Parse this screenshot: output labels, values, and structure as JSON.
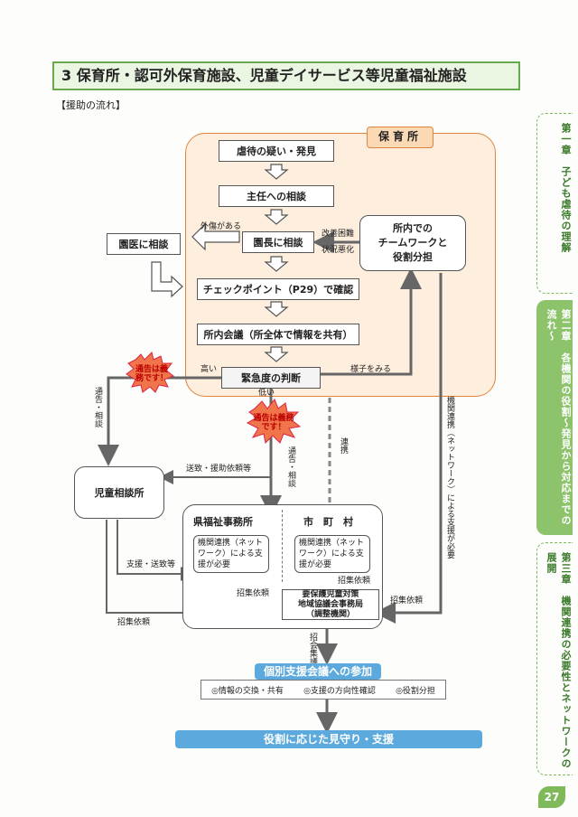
{
  "title": "3 保育所・認可外保育施設、児童デイサービス等児童福祉施設",
  "subtitle": "【援助の流れ】",
  "nursery_label": "保育所",
  "boxes": {
    "suspicion": "虐待の疑い・発見",
    "chief": "主任への相談",
    "director": "園長に相談",
    "checkpoint": "チェックポイント（P29）で確認",
    "meeting": "所内会議（所全体で情報を共有）",
    "urgency": "緊急度の判断",
    "doctor": "園医に相談",
    "teamwork_1": "所内での",
    "teamwork_2": "チームワークと",
    "teamwork_3": "役割分担",
    "child_center": "児童相談所",
    "pref_office": "県福祉事務所",
    "city": "市　町　村",
    "pref_note": "機関連携（ネットワーク）による支援が必要",
    "city_note": "機関連携（ネットワーク）による支援が必要",
    "secretariat_1": "要保護児童対策",
    "secretariat_2": "地域協議会事務局",
    "secretariat_3": "（調整機関）"
  },
  "labels": {
    "injury": "外傷がある",
    "improve_1": "改善困難",
    "improve_2": "状況悪化",
    "high": "高い",
    "low": "低い",
    "watch": "様子をみる",
    "notify_left": "通告・相談",
    "notify_mid": "通告・相談",
    "cooperate": "連携",
    "network_v": "機関連携（ネットワーク）による支援が必要",
    "send_request": "送致・援助依頼等",
    "support_send": "支援・送致等",
    "convene_1": "招集依頼",
    "convene_2": "招集依頼",
    "convene_3": "招集依頼",
    "convene_4": "招集依頼",
    "meeting_convene": "招会集議"
  },
  "bursts": {
    "left": "通告は義務です！",
    "mid": "通告は義務です！"
  },
  "bottom": {
    "participation": "個別支援会議への参加",
    "item1": "◎情報の交換・共有",
    "item2": "◎支援の方向性確認",
    "item3": "◎役割分担",
    "final": "役割に応じた見守り・支援"
  },
  "side_tabs": {
    "tab1": "第一章　子ども虐待の理解",
    "tab2": "第二章　各機関の役割～発見から対応までの流れ～",
    "tab3": "第三章　機関連携の必要性とネットワークの展開"
  },
  "page_number": "27",
  "colors": {
    "accent_green": "#6aa84f",
    "nursery_fill": "#fdeede",
    "blue_bar": "#5ba9dd",
    "burst": "#f0754a"
  }
}
